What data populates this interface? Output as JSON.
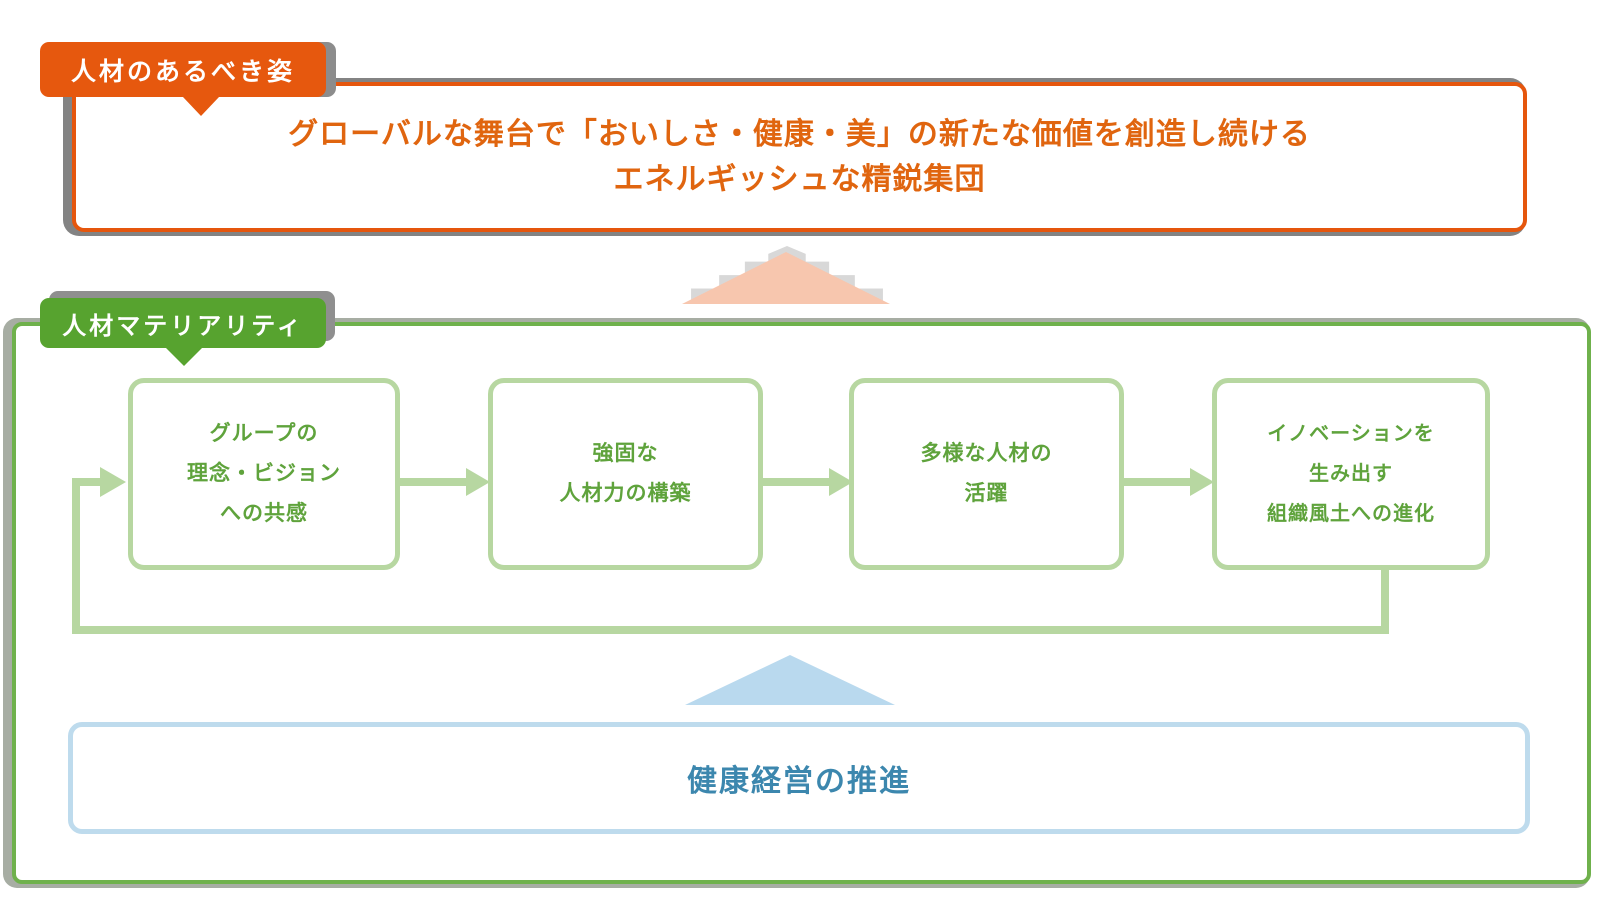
{
  "ideal_section": {
    "tab_label": "人材のあるべき姿",
    "statement_line1": "グローバルな舞台で「おいしさ・健康・美」の新たな価値を創造し続ける",
    "statement_line2": "エネルギッシュな精鋭集団"
  },
  "materiality_section": {
    "tab_label": "人材マテリアリティ",
    "steps": [
      {
        "label": "グループの\n理念・ビジョン\nへの共感"
      },
      {
        "label": "強固な\n人材力の構築"
      },
      {
        "label": "多様な人材の\n活躍"
      },
      {
        "label": "イノベーションを\n生み出す\n組織風土への進化"
      }
    ]
  },
  "health_section": {
    "label": "健康経営の推進"
  },
  "colors": {
    "orange_border": "#e5560d",
    "orange_tab": "#e6580e",
    "orange_text": "#e0650f",
    "green_tab": "#57a32f",
    "green_container_border": "#6fb14c",
    "green_light": "#b7d7a1",
    "green_text": "#5fa33c",
    "salmon_arrow": "#f7c6ae",
    "blue_arrow": "#b9d9ee",
    "blue_border": "#bedbed",
    "blue_text": "#3c87ae",
    "shadow_gray": "#8c8c8c"
  }
}
